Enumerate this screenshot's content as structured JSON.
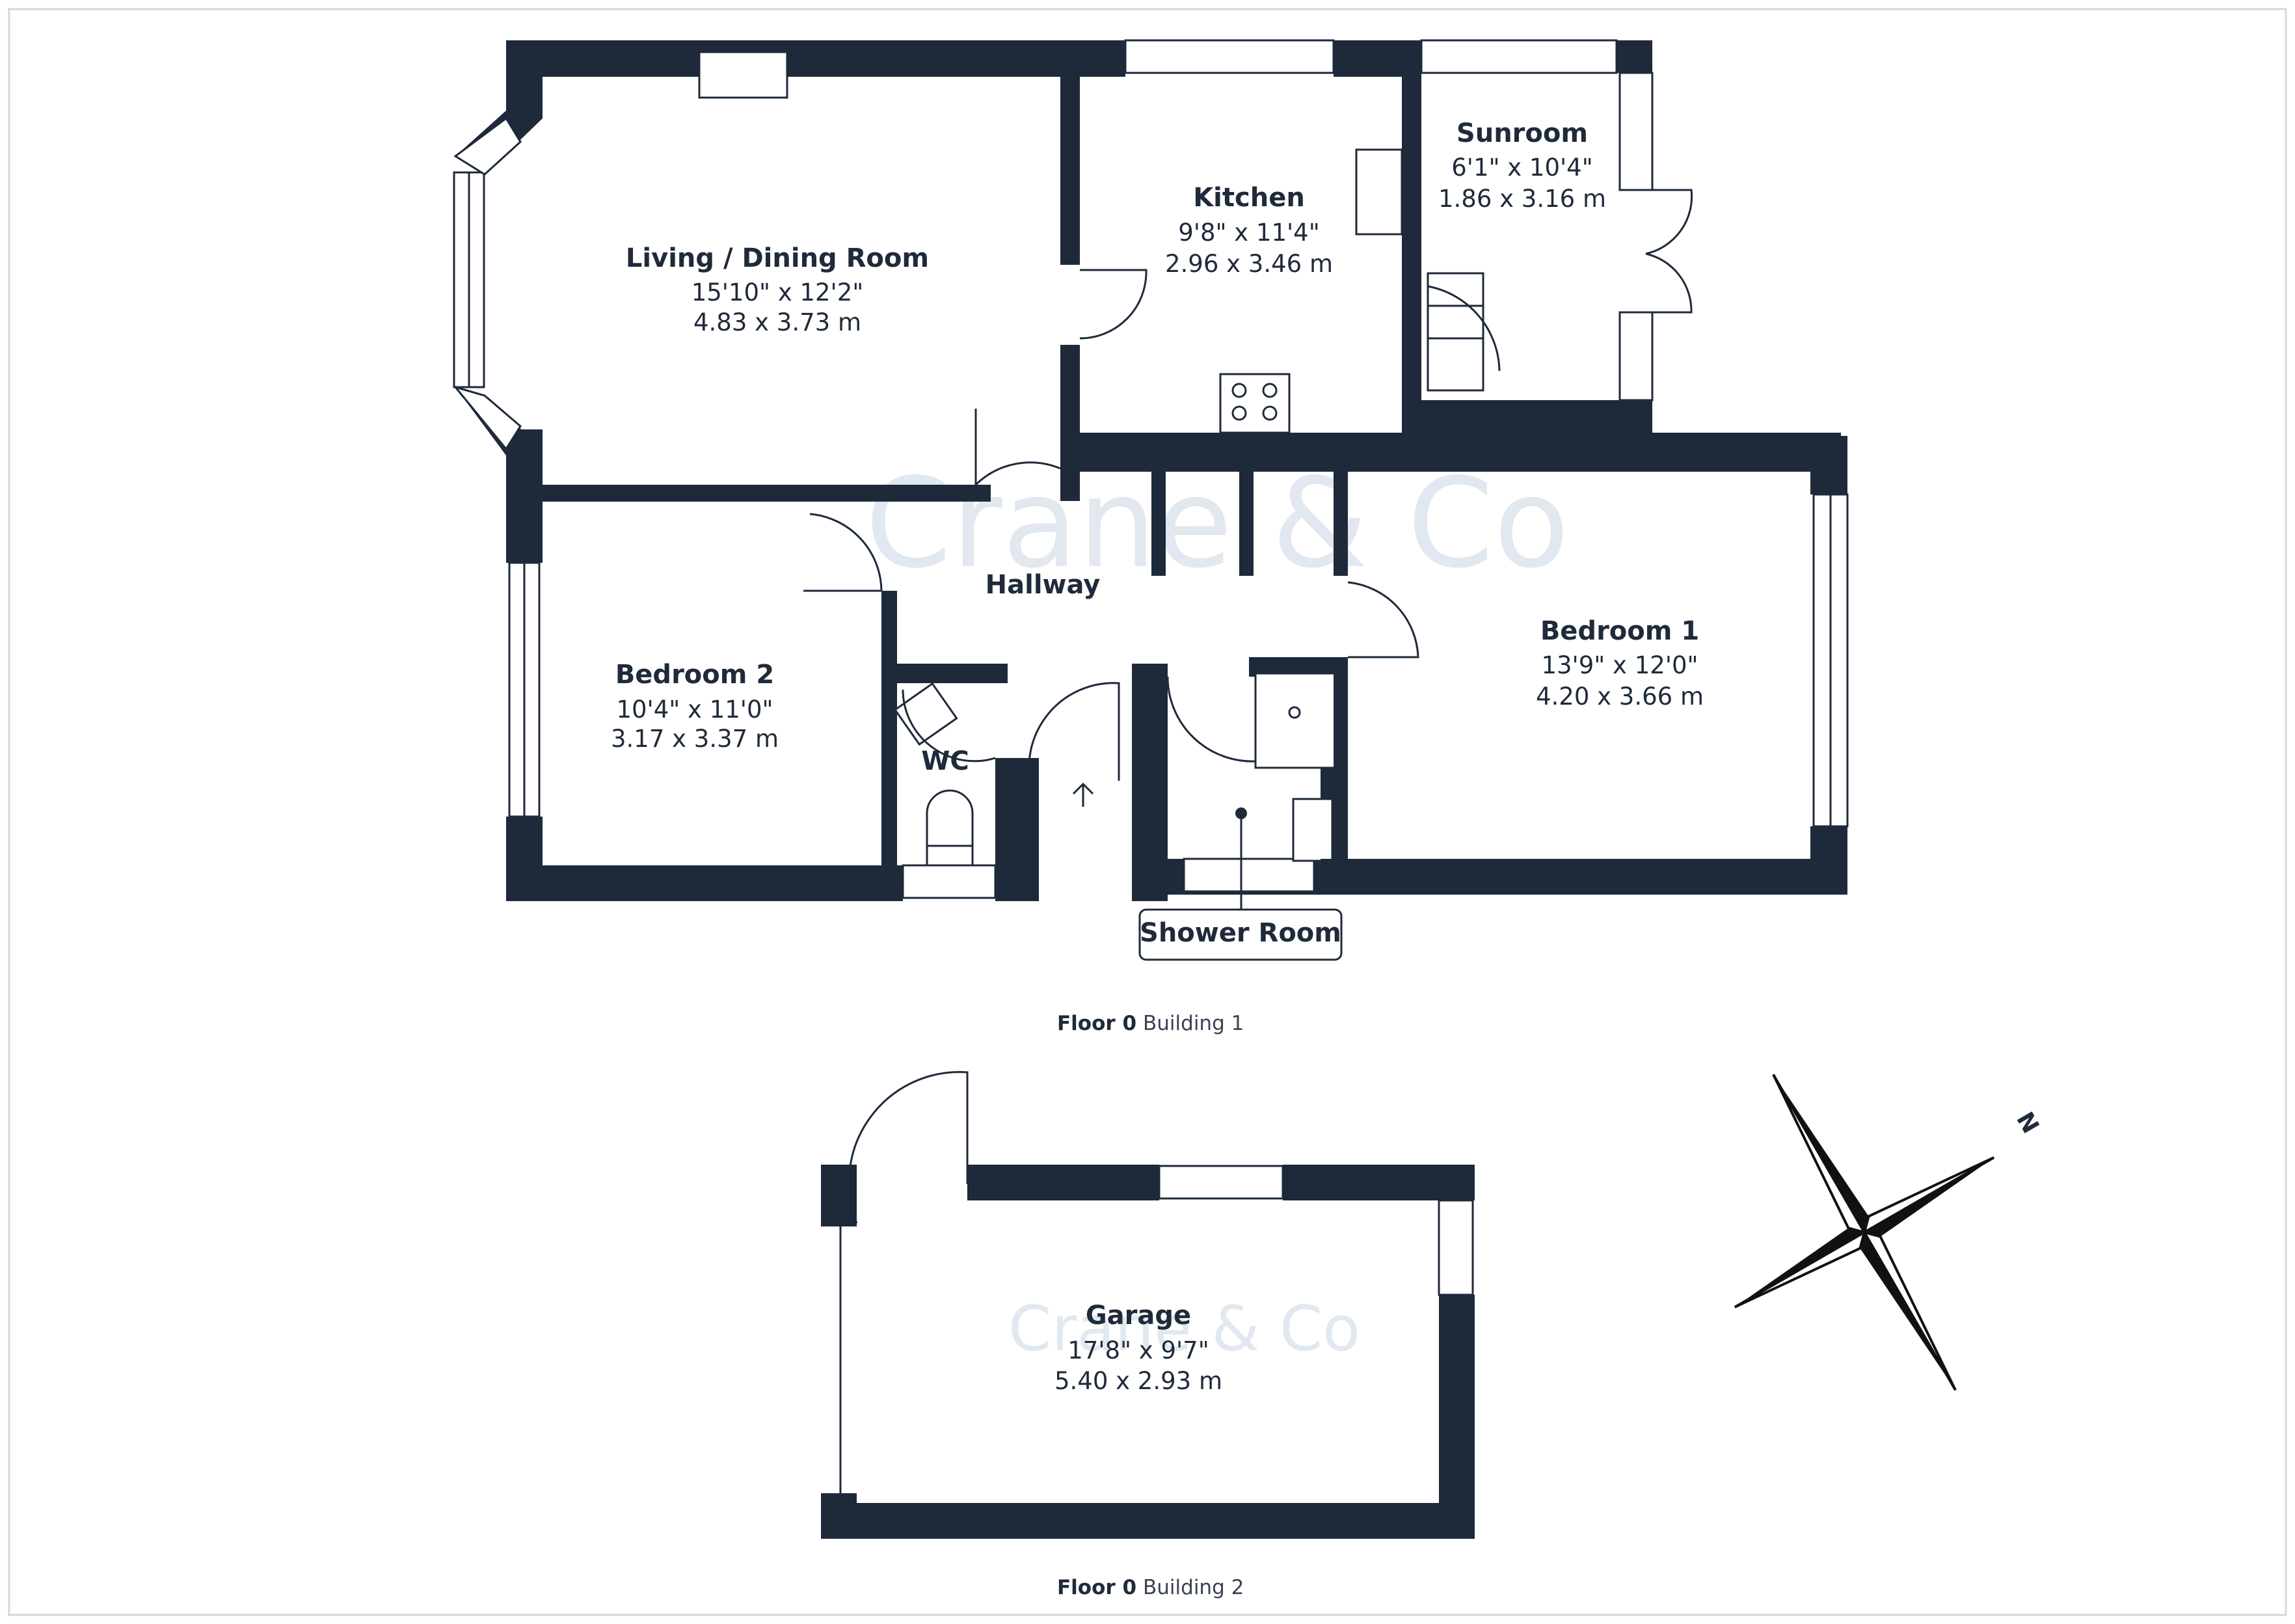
{
  "watermark": "Crane & Co",
  "rooms": {
    "living": {
      "name": "Living / Dining Room",
      "imperial": "15'10\" x 12'2\"",
      "metric": "4.83 x 3.73 m"
    },
    "kitchen": {
      "name": "Kitchen",
      "imperial": "9'8\" x 11'4\"",
      "metric": "2.96 x 3.46 m"
    },
    "sunroom": {
      "name": "Sunroom",
      "imperial": "6'1\" x 10'4\"",
      "metric": "1.86 x 3.16 m"
    },
    "hallway": {
      "name": "Hallway"
    },
    "bedroom2": {
      "name": "Bedroom 2",
      "imperial": "10'4\" x 11'0\"",
      "metric": "3.17 x 3.37 m"
    },
    "wc": {
      "name": "WC"
    },
    "bedroom1": {
      "name": "Bedroom 1",
      "imperial": "13'9\" x 12'0\"",
      "metric": "4.20 x 3.66 m"
    },
    "shower": {
      "name": "Shower Room"
    },
    "garage": {
      "name": "Garage",
      "imperial": "17'8\" x 9'7\"",
      "metric": "5.40 x 2.93 m"
    }
  },
  "captions": {
    "building1": {
      "floor": "Floor 0",
      "building": "Building 1"
    },
    "building2": {
      "floor": "Floor 0",
      "building": "Building 2"
    }
  },
  "compass": {
    "label": "N"
  },
  "colors": {
    "wall": "#1e2a3a",
    "text": "#1f2a3a",
    "watermark": "#c9d6e3"
  }
}
